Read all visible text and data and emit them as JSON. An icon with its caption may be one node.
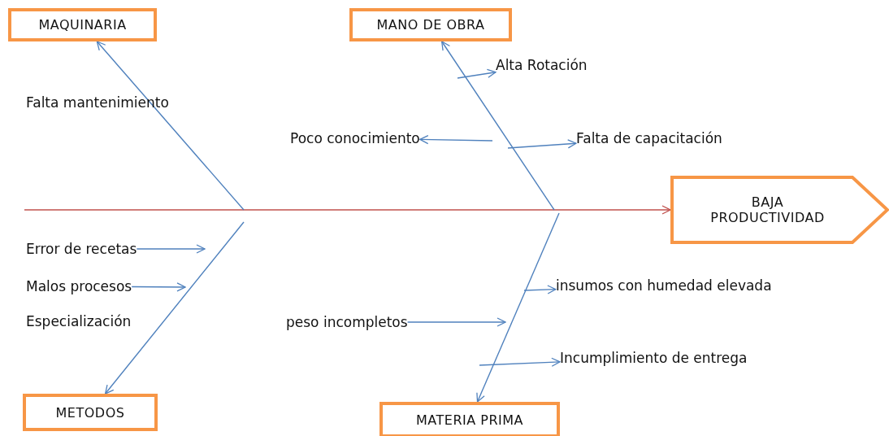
{
  "diagram": {
    "nodes": [
      {
        "text": [
          "MAQUINARIA"
        ]
      },
      {
        "text": [
          "MANO DE OBRA"
        ]
      },
      {
        "text": [
          "Alta Rotación"
        ]
      },
      {
        "text": [
          "Poco conocimiento"
        ]
      },
      {
        "text": [
          "Falta de capacitación"
        ]
      },
      {
        "text": [
          "BAJA PRODUCTIVIDAD"
        ]
      },
      {
        "text": [
          "Error de recetas"
        ]
      },
      {
        "text": [
          "Malos procesos"
        ]
      },
      {
        "text": [
          "insumos con humedad elevada"
        ]
      },
      {
        "text": [
          "peso incompletos"
        ]
      },
      {
        "text": [
          "Incumplimiento de entrega"
        ]
      },
      {
        "text": [
          "METODOS"
        ]
      },
      {
        "text": [
          "MATERIA PRIMA"
        ]
      }
    ],
    "edges": [
      {
        "from": null,
        "to": 5,
        "arrow": "to",
        "color": "#c0504d"
      },
      {
        "from": null,
        "to": 0,
        "arrow": "to"
      },
      {
        "from": null,
        "to": 1,
        "arrow": "to"
      },
      {
        "from": null,
        "to": 11,
        "arrow": "to"
      },
      {
        "from": null,
        "to": 12,
        "arrow": "to"
      },
      {
        "from": null,
        "to": 2,
        "arrow": "to"
      },
      {
        "from": null,
        "to": 3,
        "arrow": "to"
      },
      {
        "from": null,
        "to": 4,
        "arrow": "to"
      },
      {
        "from": 6,
        "to": null,
        "arrow": "to"
      },
      {
        "from": 7,
        "to": null,
        "arrow": "to"
      },
      {
        "from": null,
        "to": 8,
        "arrow": "to"
      },
      {
        "from": 9,
        "to": null,
        "arrow": "to"
      },
      {
        "from": null,
        "to": 10,
        "arrow": "to"
      }
    ],
    "labels": [
      "Falta mantenimiento",
      "Especialización"
    ]
  }
}
